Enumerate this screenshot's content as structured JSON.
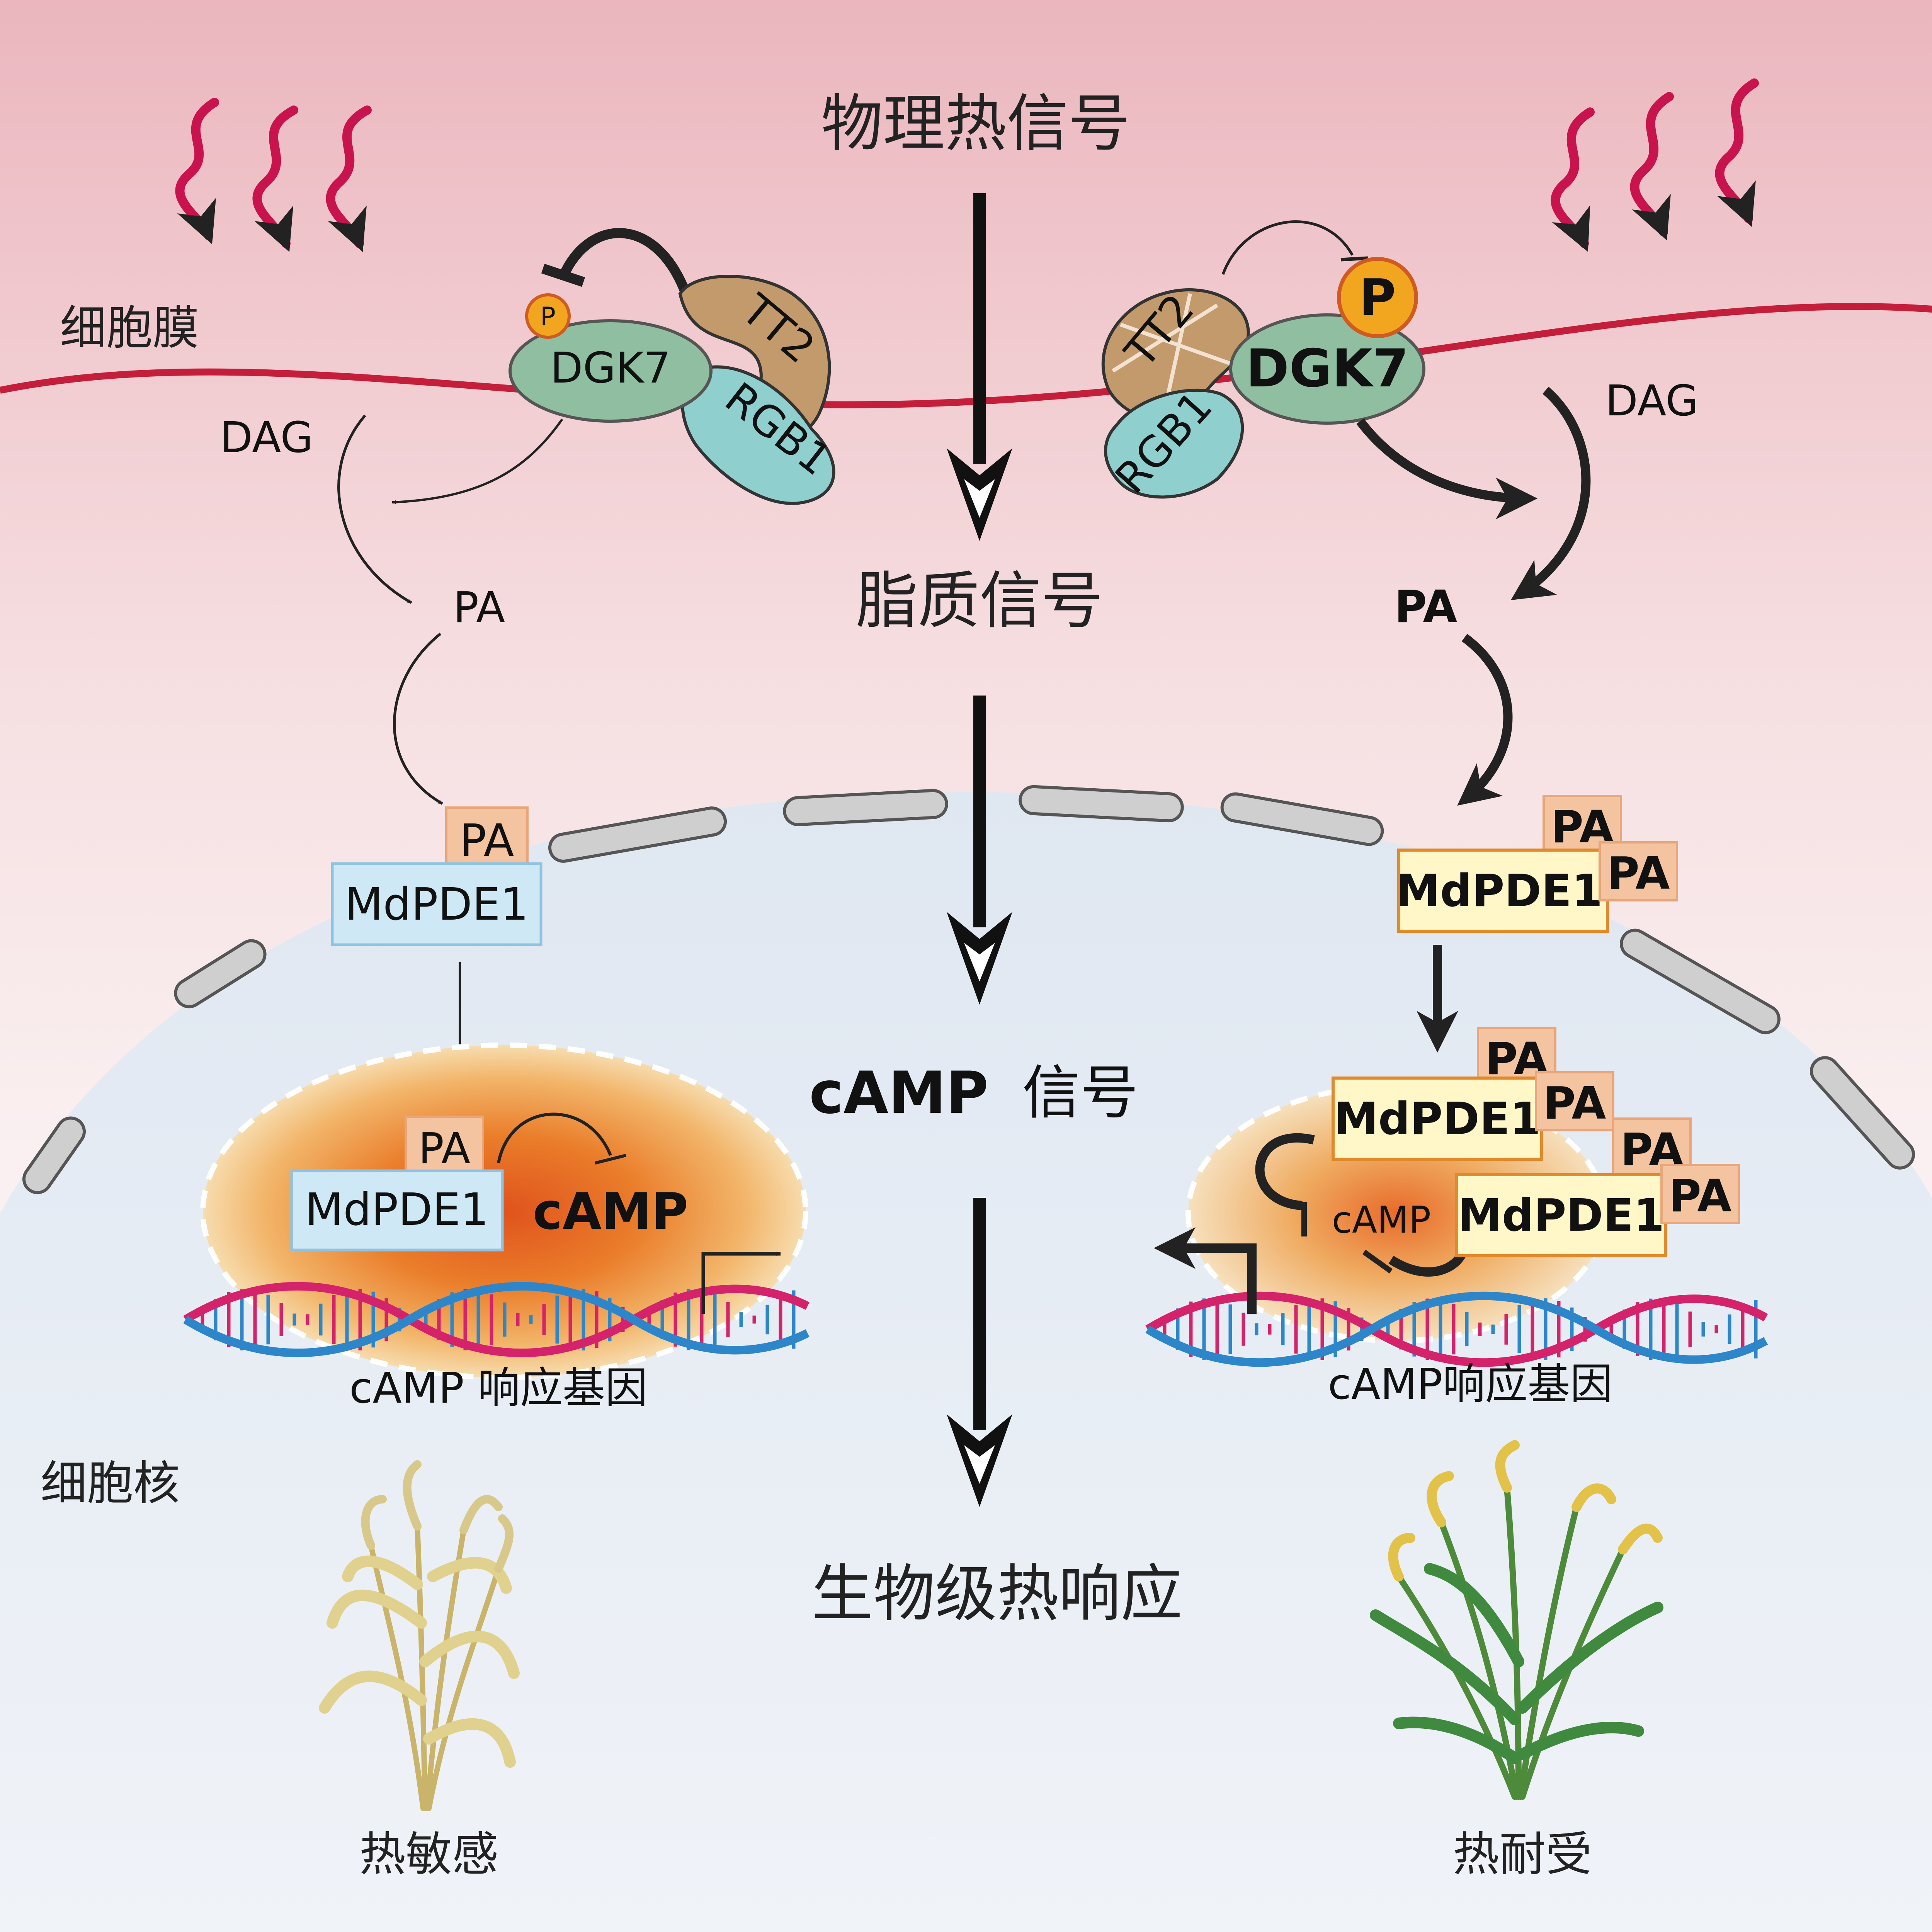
{
  "title": "物理热信号",
  "center_labels": {
    "lipid_signal": "脂质信号",
    "camp_signal_bold": "cAMP",
    "camp_signal_rest": "信号",
    "organism_response": "生物级热响应"
  },
  "compartments": {
    "membrane": "细胞膜",
    "nucleus": "细胞核"
  },
  "left": {
    "phospho": "P",
    "dgk7": "DGK7",
    "tt2": "TT2",
    "rgb1": "RGB1",
    "dag": "DAG",
    "pa": "PA",
    "pa_tag": "PA",
    "mdpde1": "MdPDE1",
    "nuc_pa": "PA",
    "nuc_mdpde1": "MdPDE1",
    "camp": "cAMP",
    "gene_label": "cAMP 响应基因",
    "phenotype": "热敏感"
  },
  "right": {
    "phospho": "P",
    "dgk7": "DGK7",
    "tt2": "TT2",
    "rgb1": "RGB1",
    "dag": "DAG",
    "pa": "PA",
    "mdpde1": "MdPDE1",
    "pa_tag": "PA",
    "camp": "cAMP",
    "gene_label": "cAMP响应基因",
    "phenotype": "热耐受"
  },
  "colors": {
    "heat_arrow": "#c8134e",
    "membrane": "#c41e3a",
    "dgk7": "#8fbfa0",
    "tt2": "#c39a6b",
    "rgb1": "#8fd0cf",
    "phospho": "#f2a51f",
    "pa_tag": "#f4c4a0",
    "mdpde1_left": "#cfe8f6",
    "mdpde1_right": "#fff7c8",
    "dna_pink": "#d4226b",
    "dna_blue": "#2d86c9"
  }
}
